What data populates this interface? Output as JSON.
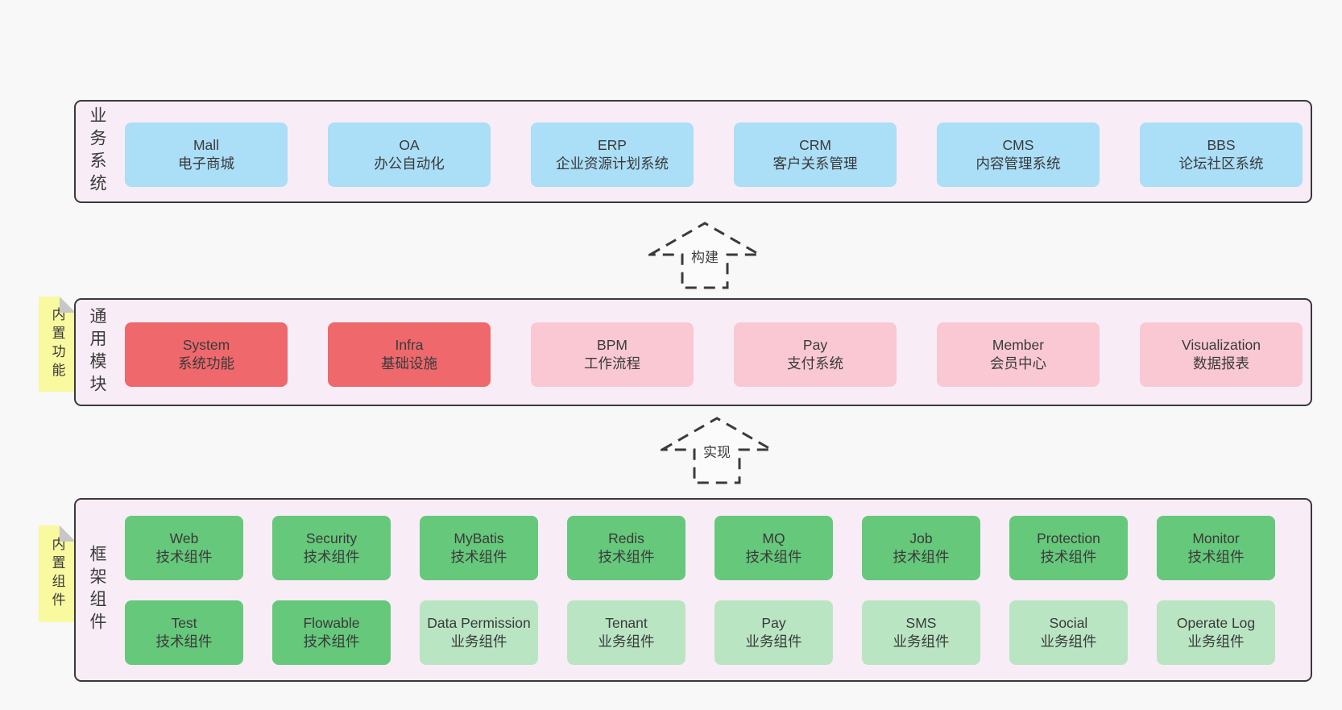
{
  "colors": {
    "page_bg": "#f8f8f8",
    "band_bg": "#f8edf6",
    "band_border": "#3a3a3a",
    "box_blue": "#abdef7",
    "box_red": "#ee686c",
    "box_pink": "#f9c8d3",
    "box_green": "#66c87b",
    "box_light_green": "#b9e5c3",
    "note_yellow": "#f9f9a0",
    "note_fold": "#c7c7c7",
    "arrow_stroke": "#3b3b3b",
    "arrow_fill": "#fbfbfb",
    "text": "#3a3a3a"
  },
  "band_business": {
    "label": "业务系统",
    "items": [
      {
        "en": "Mall",
        "zh": "电子商城"
      },
      {
        "en": "OA",
        "zh": "办公自动化"
      },
      {
        "en": "ERP",
        "zh": "企业资源计划系统"
      },
      {
        "en": "CRM",
        "zh": "客户关系管理"
      },
      {
        "en": "CMS",
        "zh": "内容管理系统"
      },
      {
        "en": "BBS",
        "zh": "论坛社区系统"
      }
    ]
  },
  "arrow_build": {
    "label": "构建"
  },
  "band_modules": {
    "note": "内置功能",
    "label": "通用模块",
    "items": [
      {
        "en": "System",
        "zh": "系统功能",
        "variant": "red"
      },
      {
        "en": "Infra",
        "zh": "基础设施",
        "variant": "red"
      },
      {
        "en": "BPM",
        "zh": "工作流程",
        "variant": "pink"
      },
      {
        "en": "Pay",
        "zh": "支付系统",
        "variant": "pink"
      },
      {
        "en": "Member",
        "zh": "会员中心",
        "variant": "pink"
      },
      {
        "en": "Visualization",
        "zh": "数据报表",
        "variant": "pink"
      }
    ]
  },
  "arrow_implement": {
    "label": "实现"
  },
  "band_components": {
    "note": "内置组件",
    "label": "框架组件",
    "row1": [
      {
        "en": "Web",
        "zh": "技术组件",
        "variant": "green"
      },
      {
        "en": "Security",
        "zh": "技术组件",
        "variant": "green"
      },
      {
        "en": "MyBatis",
        "zh": "技术组件",
        "variant": "green"
      },
      {
        "en": "Redis",
        "zh": "技术组件",
        "variant": "green"
      },
      {
        "en": "MQ",
        "zh": "技术组件",
        "variant": "green"
      },
      {
        "en": "Job",
        "zh": "技术组件",
        "variant": "green"
      },
      {
        "en": "Protection",
        "zh": "技术组件",
        "variant": "green"
      },
      {
        "en": "Monitor",
        "zh": "技术组件",
        "variant": "green"
      }
    ],
    "row2": [
      {
        "en": "Test",
        "zh": "技术组件",
        "variant": "green"
      },
      {
        "en": "Flowable",
        "zh": "技术组件",
        "variant": "green"
      },
      {
        "en": "Data Permission",
        "zh": "业务组件",
        "variant": "light-green"
      },
      {
        "en": "Tenant",
        "zh": "业务组件",
        "variant": "light-green"
      },
      {
        "en": "Pay",
        "zh": "业务组件",
        "variant": "light-green"
      },
      {
        "en": "SMS",
        "zh": "业务组件",
        "variant": "light-green"
      },
      {
        "en": "Social",
        "zh": "业务组件",
        "variant": "light-green"
      },
      {
        "en": "Operate Log",
        "zh": "业务组件",
        "variant": "light-green"
      }
    ]
  }
}
